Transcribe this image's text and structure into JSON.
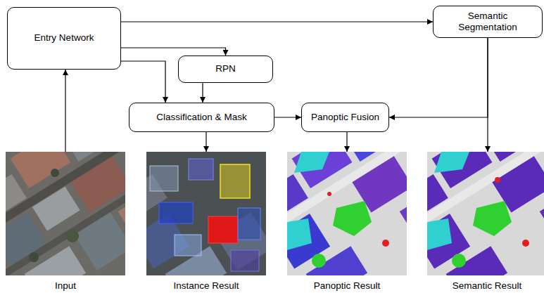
{
  "diagram": {
    "nodes": [
      {
        "text": [
          "Entry Network"
        ]
      },
      {
        "text": [
          "Semantic Segmentation"
        ]
      },
      {
        "text": [
          "RPN"
        ]
      },
      {
        "text": [
          "Classification & Mask"
        ]
      },
      {
        "text": [
          "Panoptic Fusion"
        ]
      },
      {
        "text": [
          "Input"
        ]
      },
      {
        "text": [
          "Instance Result"
        ]
      },
      {
        "text": [
          "Panoptic Result"
        ]
      },
      {
        "text": [
          "Semantic Result"
        ]
      }
    ],
    "edges": [
      {
        "from": 5,
        "to": 0,
        "arrow": "to"
      },
      {
        "from": 0,
        "to": 1,
        "arrow": "to"
      },
      {
        "from": 0,
        "to": 2,
        "arrow": "to"
      },
      {
        "from": 0,
        "to": 3,
        "arrow": "to"
      },
      {
        "from": 2,
        "to": 3,
        "arrow": "to"
      },
      {
        "from": 3,
        "to": 4,
        "arrow": "to"
      },
      {
        "from": 1,
        "to": 4,
        "arrow": "to"
      },
      {
        "from": 1,
        "to": 8,
        "arrow": "to"
      },
      {
        "from": 3,
        "to": 6,
        "arrow": "to"
      },
      {
        "from": 4,
        "to": 7,
        "arrow": "to"
      }
    ]
  }
}
